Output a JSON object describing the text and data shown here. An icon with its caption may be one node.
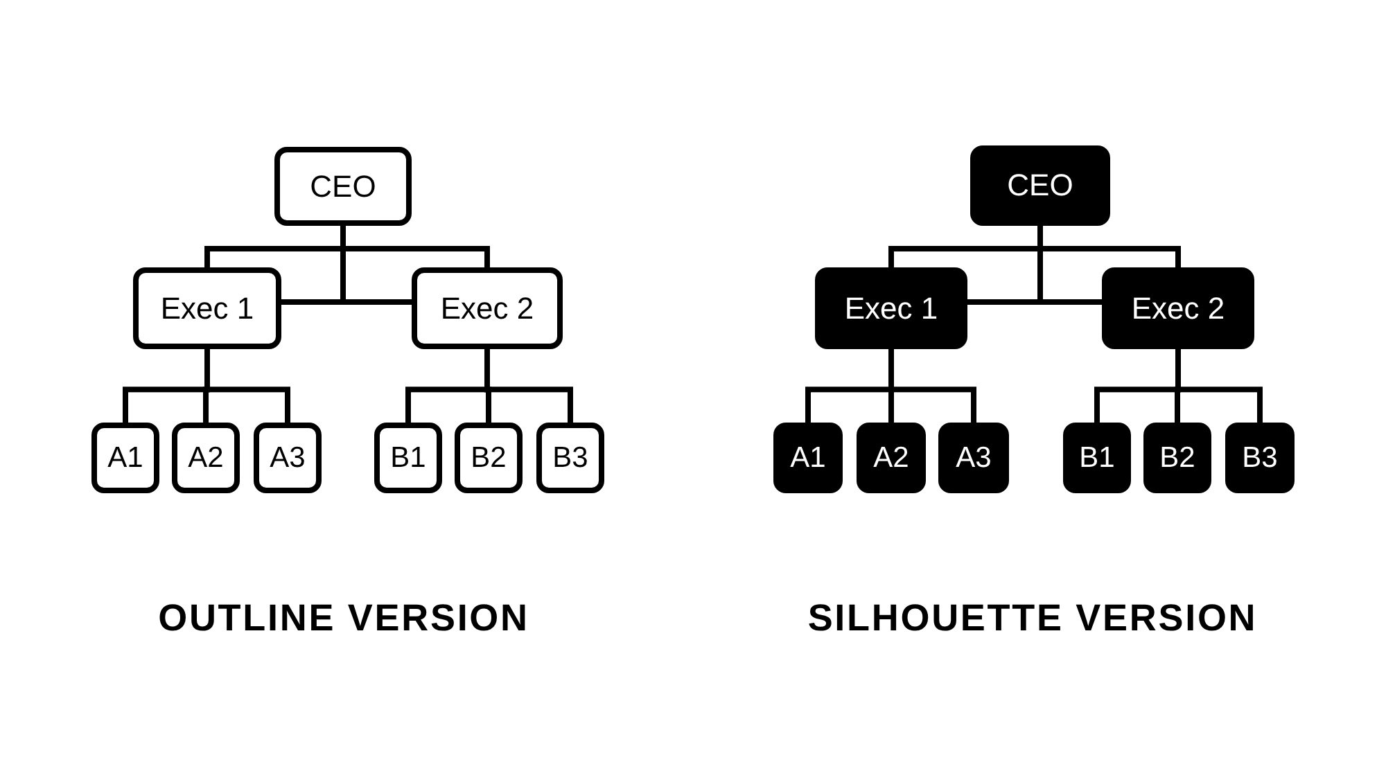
{
  "diagram": {
    "nodes": [
      {
        "text": [
          "CEO"
        ]
      },
      {
        "text": [
          "Exec 1"
        ]
      },
      {
        "text": [
          "Exec 2"
        ]
      },
      {
        "text": [
          "A1"
        ]
      },
      {
        "text": [
          "A2"
        ]
      },
      {
        "text": [
          "A3"
        ]
      },
      {
        "text": [
          "B1"
        ]
      },
      {
        "text": [
          "B2"
        ]
      },
      {
        "text": [
          "B3"
        ]
      },
      {
        "text": [
          "CEO"
        ]
      },
      {
        "text": [
          "Exec 1"
        ]
      },
      {
        "text": [
          "Exec 2"
        ]
      },
      {
        "text": [
          "A1"
        ]
      },
      {
        "text": [
          "A2"
        ]
      },
      {
        "text": [
          "A3"
        ]
      },
      {
        "text": [
          "B1"
        ]
      },
      {
        "text": [
          "B2"
        ]
      },
      {
        "text": [
          "B3"
        ]
      }
    ],
    "edges": [
      {
        "from": 0,
        "to": 1,
        "arrow": "none"
      },
      {
        "from": 0,
        "to": 2,
        "arrow": "none"
      },
      {
        "from": 0,
        "to": 1,
        "arrow": "none"
      },
      {
        "from": 0,
        "to": 2,
        "arrow": "none"
      },
      {
        "from": 1,
        "to": 3,
        "arrow": "none"
      },
      {
        "from": 1,
        "to": 4,
        "arrow": "none"
      },
      {
        "from": 1,
        "to": 5,
        "arrow": "none"
      },
      {
        "from": 2,
        "to": 6,
        "arrow": "none"
      },
      {
        "from": 2,
        "to": 7,
        "arrow": "none"
      },
      {
        "from": 2,
        "to": 8,
        "arrow": "none"
      },
      {
        "from": 9,
        "to": 10,
        "arrow": "none"
      },
      {
        "from": 9,
        "to": 11,
        "arrow": "none"
      },
      {
        "from": 9,
        "to": 10,
        "arrow": "none"
      },
      {
        "from": 9,
        "to": 11,
        "arrow": "none"
      },
      {
        "from": 10,
        "to": 12,
        "arrow": "none"
      },
      {
        "from": 10,
        "to": 13,
        "arrow": "none"
      },
      {
        "from": 10,
        "to": 14,
        "arrow": "none"
      },
      {
        "from": 11,
        "to": 15,
        "arrow": "none"
      },
      {
        "from": 11,
        "to": 16,
        "arrow": "none"
      },
      {
        "from": 11,
        "to": 17,
        "arrow": "none"
      }
    ],
    "labels": [
      "OUTLINE VERSION",
      "SILHOUETTE VERSION"
    ]
  }
}
